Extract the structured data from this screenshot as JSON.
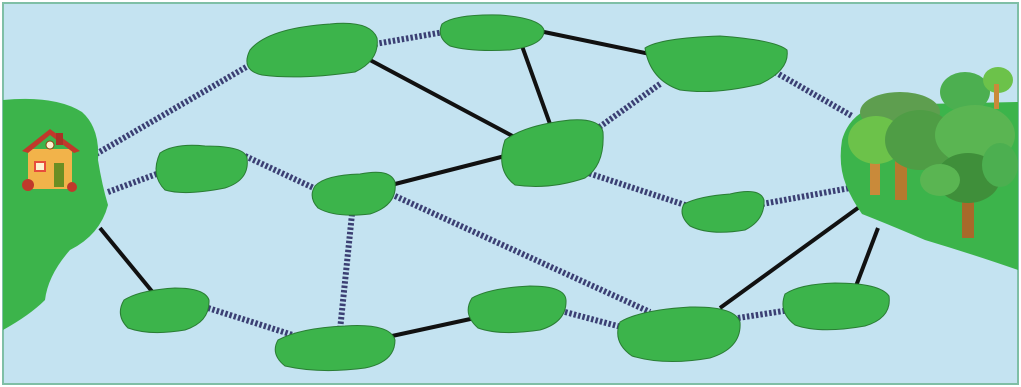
{
  "colors": {
    "water": "#c4e3f1",
    "frame": "#7fbfa6",
    "land": "#3cb44b",
    "land_edge": "#2a7d34",
    "bridge_solid": "#111111",
    "bridge_dashed": "#3b3f73",
    "house_wall": "#f2b34a",
    "house_roof": "#c0392b",
    "tree_foliage": "#4caf50",
    "tree_trunk": "#c98a3a"
  },
  "icons": {
    "start": "house-icon",
    "goal": "forest-icon"
  },
  "diagram": {
    "nodes": [
      {
        "id": "home-shore"
      },
      {
        "id": "forest-shore"
      },
      {
        "id": "islet-a"
      },
      {
        "id": "islet-b"
      },
      {
        "id": "islet-c"
      },
      {
        "id": "islet-d"
      },
      {
        "id": "islet-e"
      },
      {
        "id": "islet-f"
      },
      {
        "id": "islet-g"
      },
      {
        "id": "islet-h"
      },
      {
        "id": "islet-i"
      },
      {
        "id": "islet-j"
      },
      {
        "id": "islet-k"
      },
      {
        "id": "islet-l"
      },
      {
        "id": "islet-m"
      }
    ],
    "edges": [
      {
        "from": "home-shore",
        "to": "islet-a",
        "style": "dashed"
      },
      {
        "from": "home-shore",
        "to": "islet-d",
        "style": "dashed"
      },
      {
        "from": "home-shore",
        "to": "islet-i",
        "style": "solid"
      },
      {
        "from": "islet-a",
        "to": "islet-b",
        "style": "dashed"
      },
      {
        "from": "islet-a",
        "to": "islet-e",
        "style": "solid"
      },
      {
        "from": "islet-b",
        "to": "islet-c",
        "style": "solid"
      },
      {
        "from": "islet-b",
        "to": "islet-e",
        "style": "solid"
      },
      {
        "from": "islet-c",
        "to": "forest-shore",
        "style": "dashed"
      },
      {
        "from": "islet-c",
        "to": "islet-e",
        "style": "dashed"
      },
      {
        "from": "islet-d",
        "to": "islet-f",
        "style": "dashed"
      },
      {
        "from": "islet-f",
        "to": "islet-e",
        "style": "solid"
      },
      {
        "from": "islet-f",
        "to": "islet-j",
        "style": "dashed"
      },
      {
        "from": "islet-f",
        "to": "islet-l",
        "style": "dashed"
      },
      {
        "from": "islet-e",
        "to": "islet-h",
        "style": "dashed"
      },
      {
        "from": "islet-h",
        "to": "forest-shore",
        "style": "dashed"
      },
      {
        "from": "islet-i",
        "to": "islet-j",
        "style": "dashed"
      },
      {
        "from": "islet-j",
        "to": "islet-k",
        "style": "solid"
      },
      {
        "from": "islet-k",
        "to": "islet-l",
        "style": "dashed"
      },
      {
        "from": "islet-l",
        "to": "forest-shore",
        "style": "solid"
      },
      {
        "from": "islet-l",
        "to": "islet-m",
        "style": "dashed"
      },
      {
        "from": "islet-m",
        "to": "forest-shore",
        "style": "solid"
      }
    ]
  }
}
